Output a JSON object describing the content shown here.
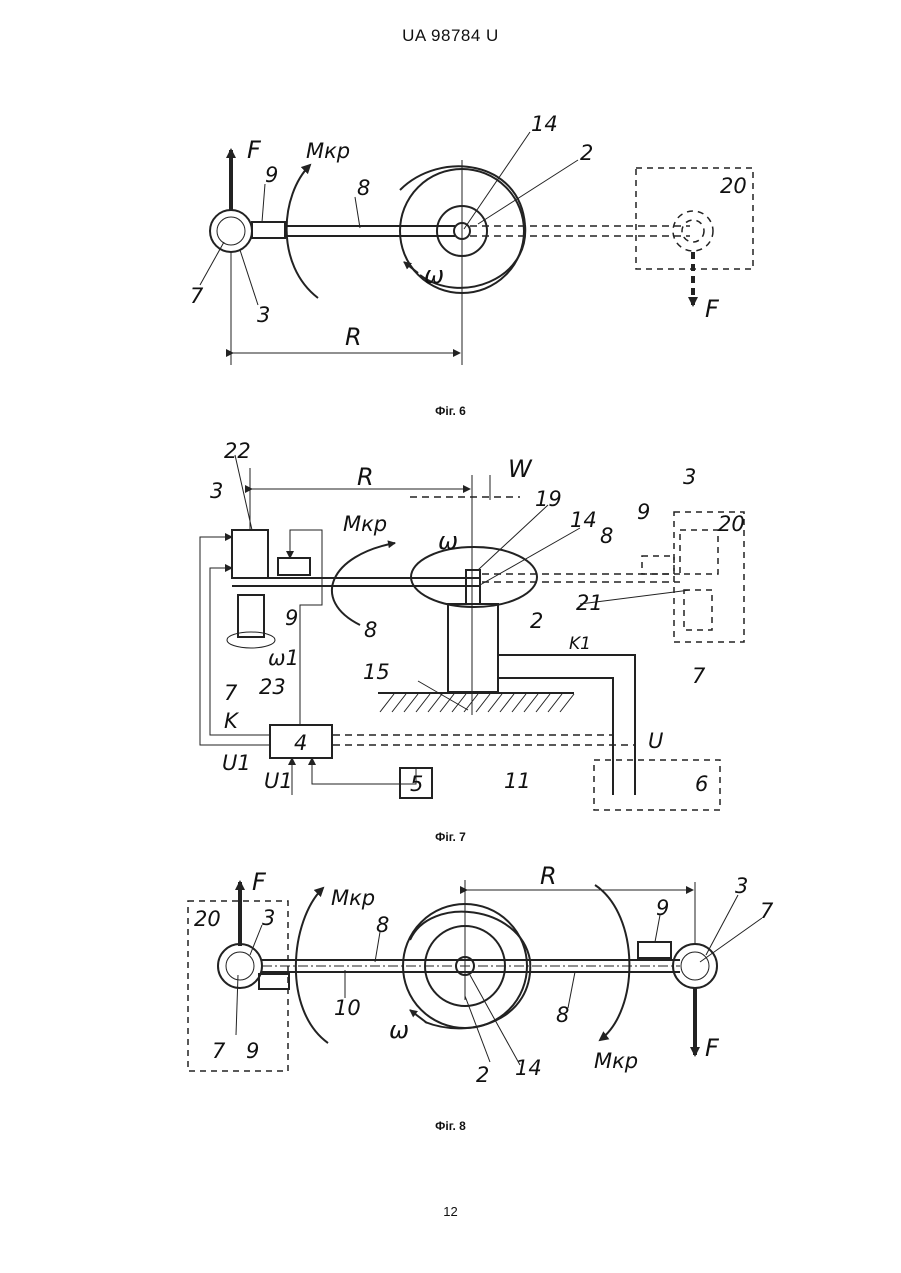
{
  "header": {
    "doc_id": "UA   98784   U"
  },
  "page_number": "12",
  "figures": [
    {
      "caption": "Фіг. 6",
      "labels": {
        "F_top": "F",
        "M": "Mкр",
        "n14": "14",
        "n2": "2",
        "n9": "9",
        "n8": "8",
        "n20": "20",
        "n7": "7",
        "n3": "3",
        "omega": "ω",
        "R": "R",
        "F_bottom": "F"
      }
    },
    {
      "caption": "Фіг. 7",
      "labels": {
        "n22": "22",
        "R": "R",
        "W": "W",
        "n3_left": "3",
        "n3_right": "3",
        "M": "Mкр",
        "omega": "ω",
        "n19": "19",
        "n14": "14",
        "n9_right": "9",
        "n8_right": "8",
        "n20": "20",
        "n9_left": "9",
        "n8_mid": "8",
        "n21": "21",
        "n2": "2",
        "K1": "K1",
        "omega1": "ω1",
        "n7_left": "7",
        "n23": "23",
        "n15": "15",
        "n7_right": "7",
        "K": "K",
        "n4": "4",
        "U": "U",
        "U1_left": "U1",
        "U1_bottom": "U1",
        "n11": "11",
        "n5": "5",
        "n6": "6"
      }
    },
    {
      "caption": "Фіг. 8",
      "labels": {
        "F_left": "F",
        "M_top": "Mкр",
        "R": "R",
        "n3_right": "3",
        "n20": "20",
        "n3_left": "3",
        "n8_top": "8",
        "n9_right": "9",
        "n7_right": "7",
        "n10": "10",
        "n8_right": "8",
        "omega": "ω",
        "n7_left": "7",
        "n9_left": "9",
        "n2": "2",
        "n14": "14",
        "M_bottom": "Mкр",
        "F_right": "F"
      }
    }
  ]
}
